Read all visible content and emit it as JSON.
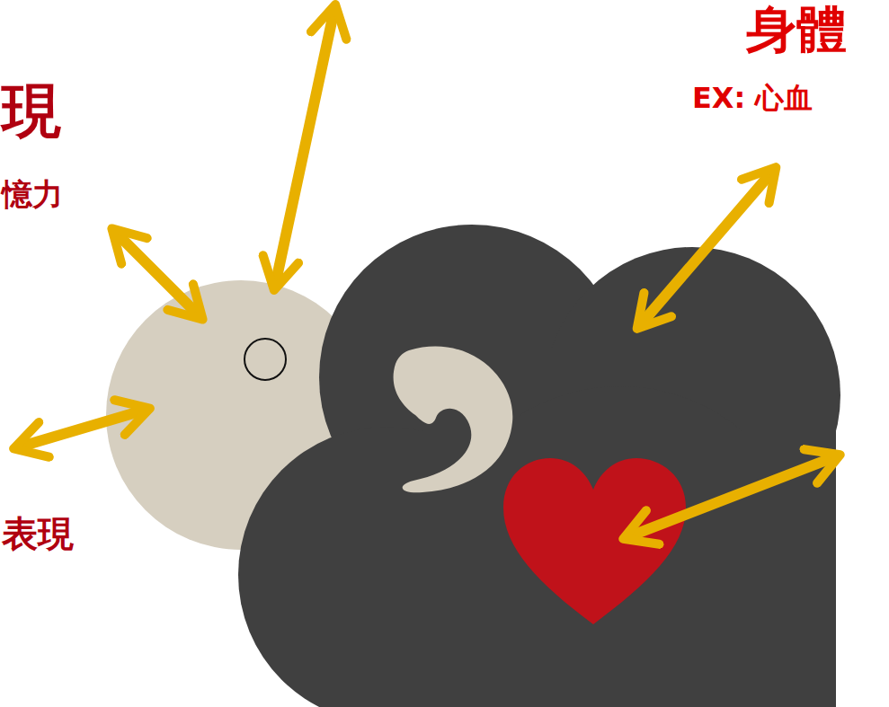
{
  "diagram": {
    "labels": [
      "身體",
      "現",
      "EX: 心血",
      "憶力",
      "表現"
    ]
  }
}
